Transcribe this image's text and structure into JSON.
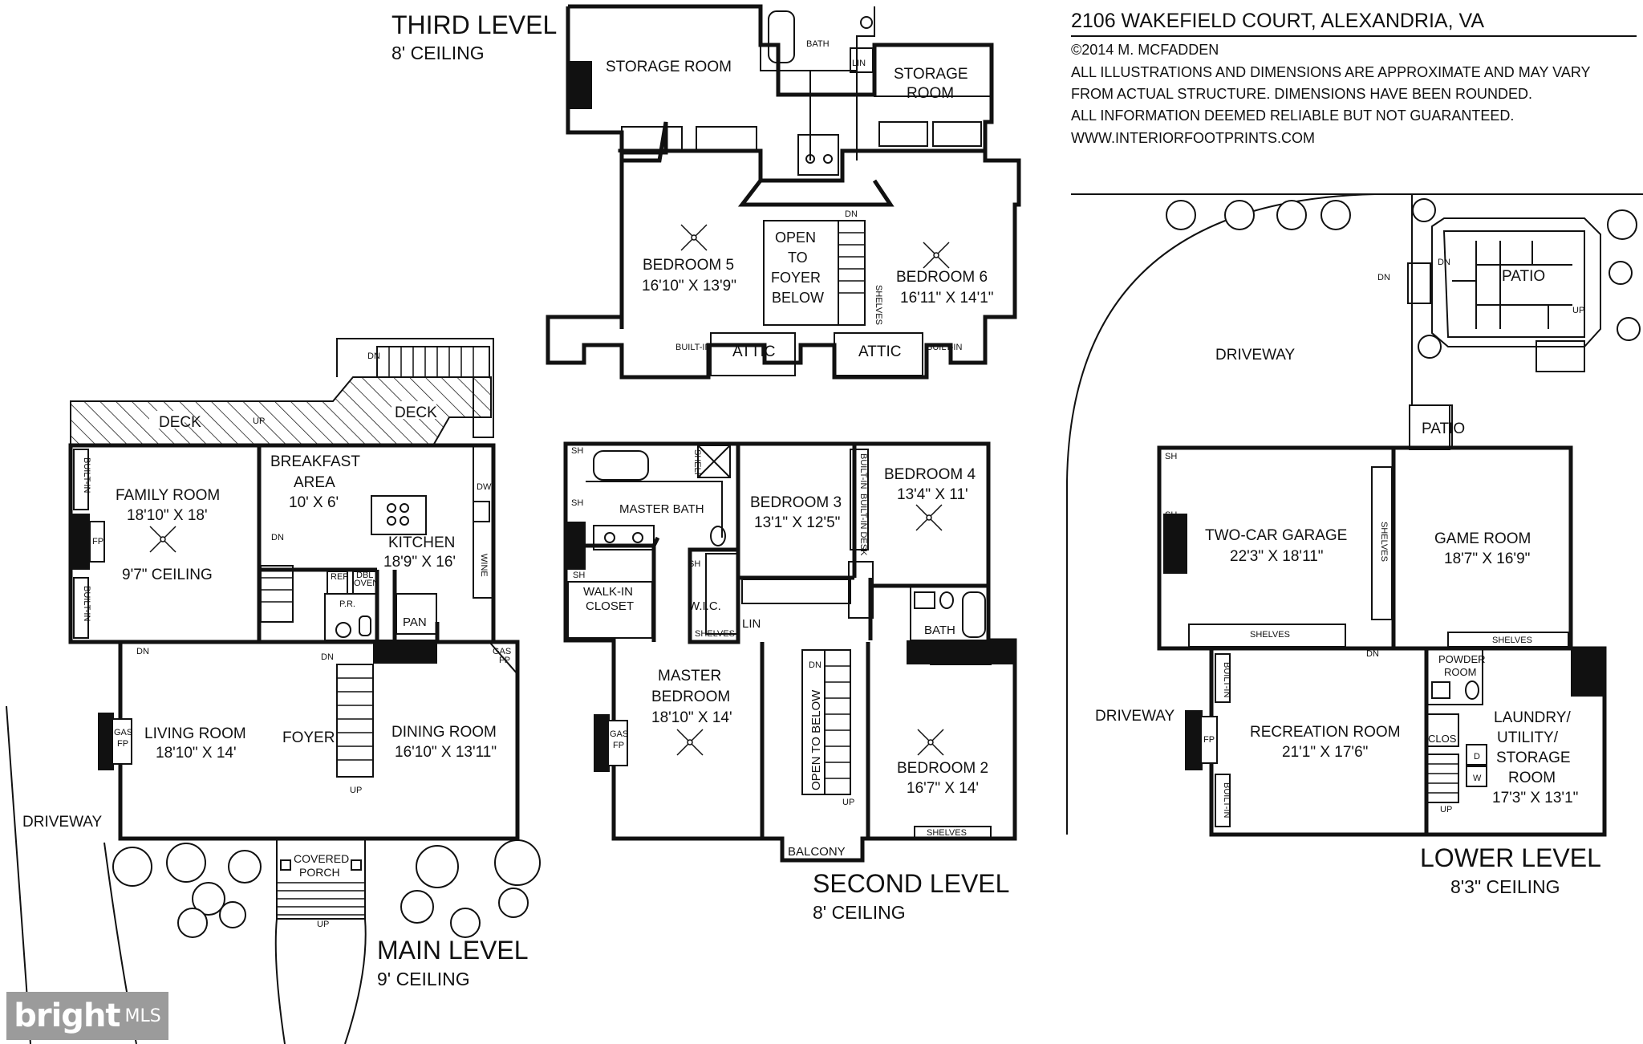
{
  "header": {
    "address": "2106 WAKEFIELD COURT, ALEXANDRIA, VA",
    "copyright": "©2014 M. MCFADDEN",
    "disclaimer1": "ALL ILLUSTRATIONS AND DIMENSIONS ARE APPROXIMATE AND MAY VARY",
    "disclaimer2": "FROM ACTUAL STRUCTURE. DIMENSIONS HAVE BEEN ROUNDED.",
    "disclaimer3": "ALL INFORMATION DEEMED RELIABLE BUT NOT GUARANTEED.",
    "website": "WWW.INTERIORFOOTPRINTS.COM"
  },
  "third_level": {
    "title": "THIRD LEVEL",
    "ceiling": "8' CEILING",
    "storage1": "STORAGE ROOM",
    "storage2a": "STORAGE",
    "storage2b": "ROOM",
    "bath": "BATH",
    "lin": "LIN",
    "open1": "OPEN",
    "open2": "TO",
    "open3": "FOYER",
    "open4": "BELOW",
    "bed5": "BEDROOM 5",
    "bed5dim": "16'10\" X 13'9\"",
    "bed6": "BEDROOM 6",
    "bed6dim": "16'11\" X 14'1\"",
    "attic1": "ATTIC",
    "attic2": "ATTIC",
    "builtin1": "BUILT-IN",
    "builtin2": "BUILT-IN",
    "shelves": "SHELVES",
    "dn": "DN"
  },
  "main_level": {
    "title": "MAIN LEVEL",
    "ceiling": "9' CEILING",
    "deck1": "DECK",
    "deck2": "DECK",
    "breakfast1": "BREAKFAST",
    "breakfast2": "AREA",
    "breakfastdim": "10' X 6'",
    "family": "FAMILY ROOM",
    "familydim": "18'10\" X 18'",
    "familyceil": "9'7\" CEILING",
    "kitchen": "KITCHEN",
    "kitchendim": "18'9\" X 16'",
    "pr": "P.R.",
    "pan": "PAN",
    "ref": "REF",
    "dbl1": "DBL",
    "dbl2": "OVEN",
    "dw": "DW",
    "wine": "WINE",
    "gasfp1": "GAS",
    "gasfp2": "FP",
    "fp": "FP",
    "living": "LIVING ROOM",
    "livingdim": "18'10\" X 14'",
    "foyer": "FOYER",
    "dining": "DINING ROOM",
    "diningdim": "16'10\" X 13'11\"",
    "covered1": "COVERED",
    "covered2": "PORCH",
    "driveway": "DRIVEWAY",
    "builtin": "BUILT-IN",
    "up": "UP",
    "dn": "DN"
  },
  "second_level": {
    "title": "SECOND LEVEL",
    "ceiling": "8' CEILING",
    "masterbath": "MASTER BATH",
    "bed3": "BEDROOM 3",
    "bed3dim": "13'1\" X 12'5\"",
    "bed4": "BEDROOM 4",
    "bed4dim": "13'4\" X 11'",
    "walkin1": "WALK-IN",
    "walkin2": "CLOSET",
    "wic": "W.I.C.",
    "lin": "LIN",
    "bath": "BATH",
    "master1": "MASTER",
    "master2": "BEDROOM",
    "masterdim": "18'10\" X 14'",
    "opentobelow": "OPEN TO BELOW",
    "bed2": "BEDROOM 2",
    "bed2dim": "16'7\" X 14'",
    "balcony": "BALCONY",
    "shelves": "SHELVES",
    "shelf": "SHELF",
    "sh": "SH",
    "gasfp1": "GAS",
    "gasfp2": "FP",
    "builtin": "BUILT-IN",
    "builtindesk": "BUILT-IN DESK",
    "up": "UP",
    "dn": "DN"
  },
  "lower_level": {
    "title": "LOWER LEVEL",
    "ceiling": "8'3\" CEILING",
    "driveway1": "DRIVEWAY",
    "driveway2": "DRIVEWAY",
    "patio1": "PATIO",
    "patio2": "PATIO",
    "garage": "TWO-CAR GARAGE",
    "garagedim": "22'3\" X 18'11\"",
    "game": "GAME ROOM",
    "gamedim": "18'7\" X 16'9\"",
    "shelves": "SHELVES",
    "sh": "SH",
    "powder1": "POWDER",
    "powder2": "ROOM",
    "rec": "RECREATION ROOM",
    "recdim": "21'1\" X 17'6\"",
    "clos": "CLOS",
    "laundry1": "LAUNDRY/",
    "laundry2": "UTILITY/",
    "laundry3": "STORAGE",
    "laundry4": "ROOM",
    "laundrydim": "17'3\" X 13'1\"",
    "fp": "FP",
    "d": "D",
    "w": "W",
    "builtin": "BUILT-IN",
    "up": "UP",
    "dn": "DN"
  },
  "watermark": {
    "brand": "bright",
    "suffix": "MLS"
  }
}
